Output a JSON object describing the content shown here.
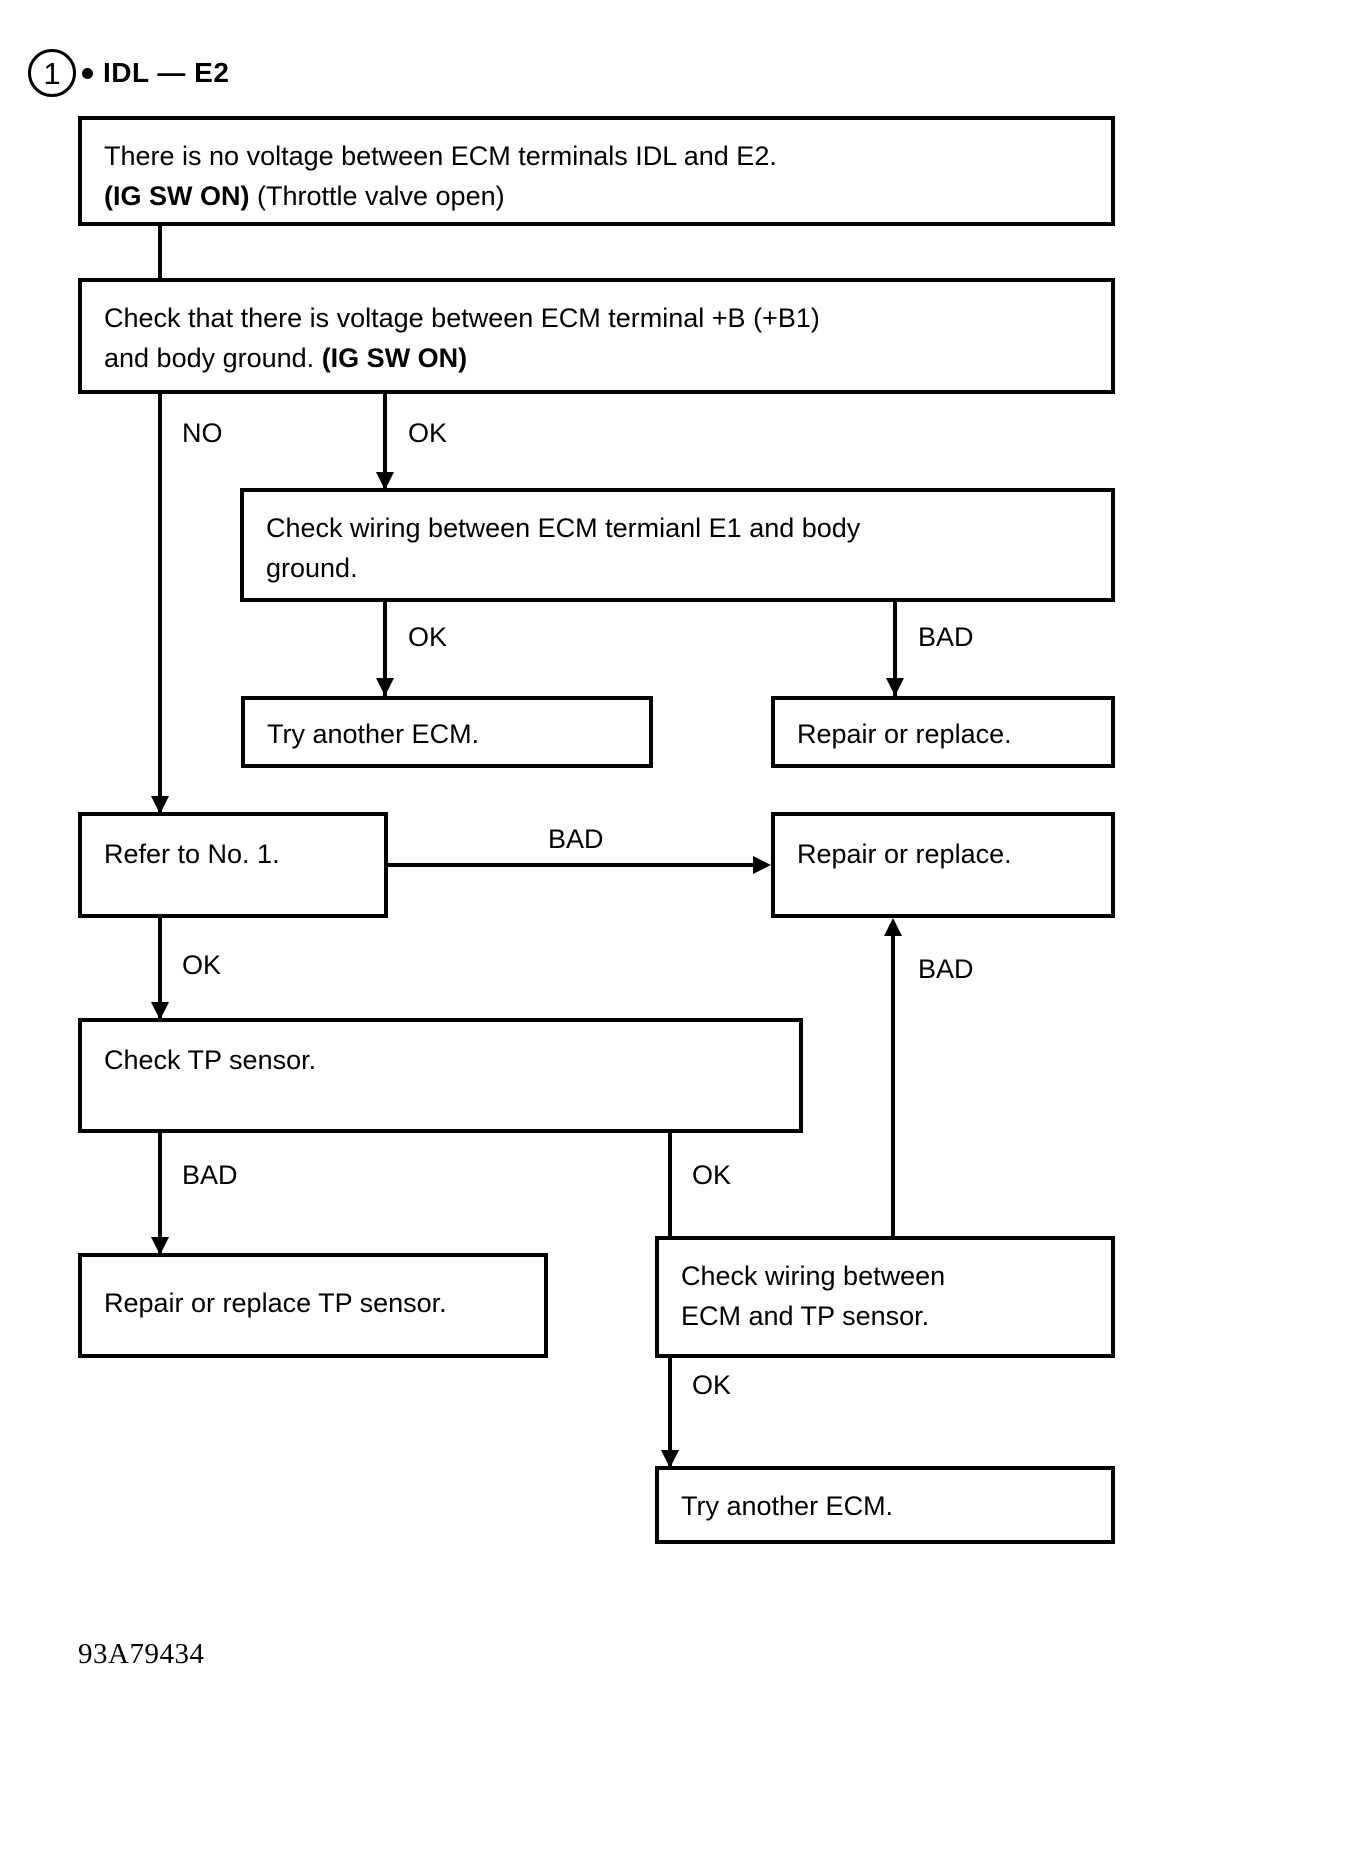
{
  "header": {
    "step_number": "1",
    "bullet": "bullet-dot",
    "title": "IDL — E2"
  },
  "caption": "93A79434",
  "colors": {
    "ink": "#000000",
    "paper": "#ffffff"
  },
  "flowchart": {
    "type": "diagram",
    "nodes": [
      {
        "id": "n1",
        "name": "no-voltage-statement",
        "lines": [
          {
            "text": "There is no voltage between ECM terminals IDL and E2.",
            "bold": false
          },
          {
            "text_bold": "(IG SW ON)",
            "text_rest": " (Throttle valve open)"
          }
        ]
      },
      {
        "id": "n2",
        "name": "check-b-voltage",
        "lines": [
          {
            "text": "Check that there is voltage between ECM terminal +B (+B1)"
          },
          {
            "text_rest": "and body ground. ",
            "text_bold": "(IG SW ON)"
          }
        ]
      },
      {
        "id": "n3",
        "name": "check-e1-wiring",
        "lines": [
          {
            "text": "Check wiring between ECM termianl E1 and body"
          },
          {
            "text": "ground."
          }
        ]
      },
      {
        "id": "n4",
        "name": "try-another-ecm-upper",
        "lines": [
          {
            "text": "Try another ECM."
          }
        ]
      },
      {
        "id": "n5",
        "name": "repair-or-replace-upper",
        "lines": [
          {
            "text": "Repair or replace."
          }
        ]
      },
      {
        "id": "n6",
        "name": "refer-to-no-1",
        "lines": [
          {
            "text": "Refer to No. 1."
          }
        ]
      },
      {
        "id": "n7",
        "name": "repair-or-replace-middle",
        "lines": [
          {
            "text": "Repair or replace."
          }
        ]
      },
      {
        "id": "n8",
        "name": "check-tp-sensor",
        "lines": [
          {
            "text": "Check TP sensor."
          }
        ]
      },
      {
        "id": "n9",
        "name": "repair-or-replace-tp-sensor",
        "lines": [
          {
            "text": "Repair or replace TP sensor."
          }
        ]
      },
      {
        "id": "n10",
        "name": "check-ecm-tp-wiring",
        "lines": [
          {
            "text": "Check wiring between"
          },
          {
            "text": "ECM and TP sensor."
          }
        ]
      },
      {
        "id": "n11",
        "name": "try-another-ecm-lower",
        "lines": [
          {
            "text": "Try another ECM."
          }
        ]
      }
    ],
    "edges": [
      {
        "from": "n1",
        "to": "n2",
        "label": ""
      },
      {
        "from": "n2",
        "to": "n6",
        "label": "NO"
      },
      {
        "from": "n2",
        "to": "n3",
        "label": "OK"
      },
      {
        "from": "n3",
        "to": "n4",
        "label": "OK"
      },
      {
        "from": "n3",
        "to": "n5",
        "label": "BAD"
      },
      {
        "from": "n6",
        "to": "n7",
        "label": "BAD"
      },
      {
        "from": "n6",
        "to": "n8",
        "label": "OK"
      },
      {
        "from": "n8",
        "to": "n9",
        "label": "BAD"
      },
      {
        "from": "n8",
        "to": "n10",
        "label": "OK"
      },
      {
        "from": "n10",
        "to": "n7",
        "label": "BAD"
      },
      {
        "from": "n10",
        "to": "n11",
        "label": "OK"
      }
    ],
    "labels": {
      "no": "NO",
      "ok": "OK",
      "bad": "BAD"
    }
  }
}
